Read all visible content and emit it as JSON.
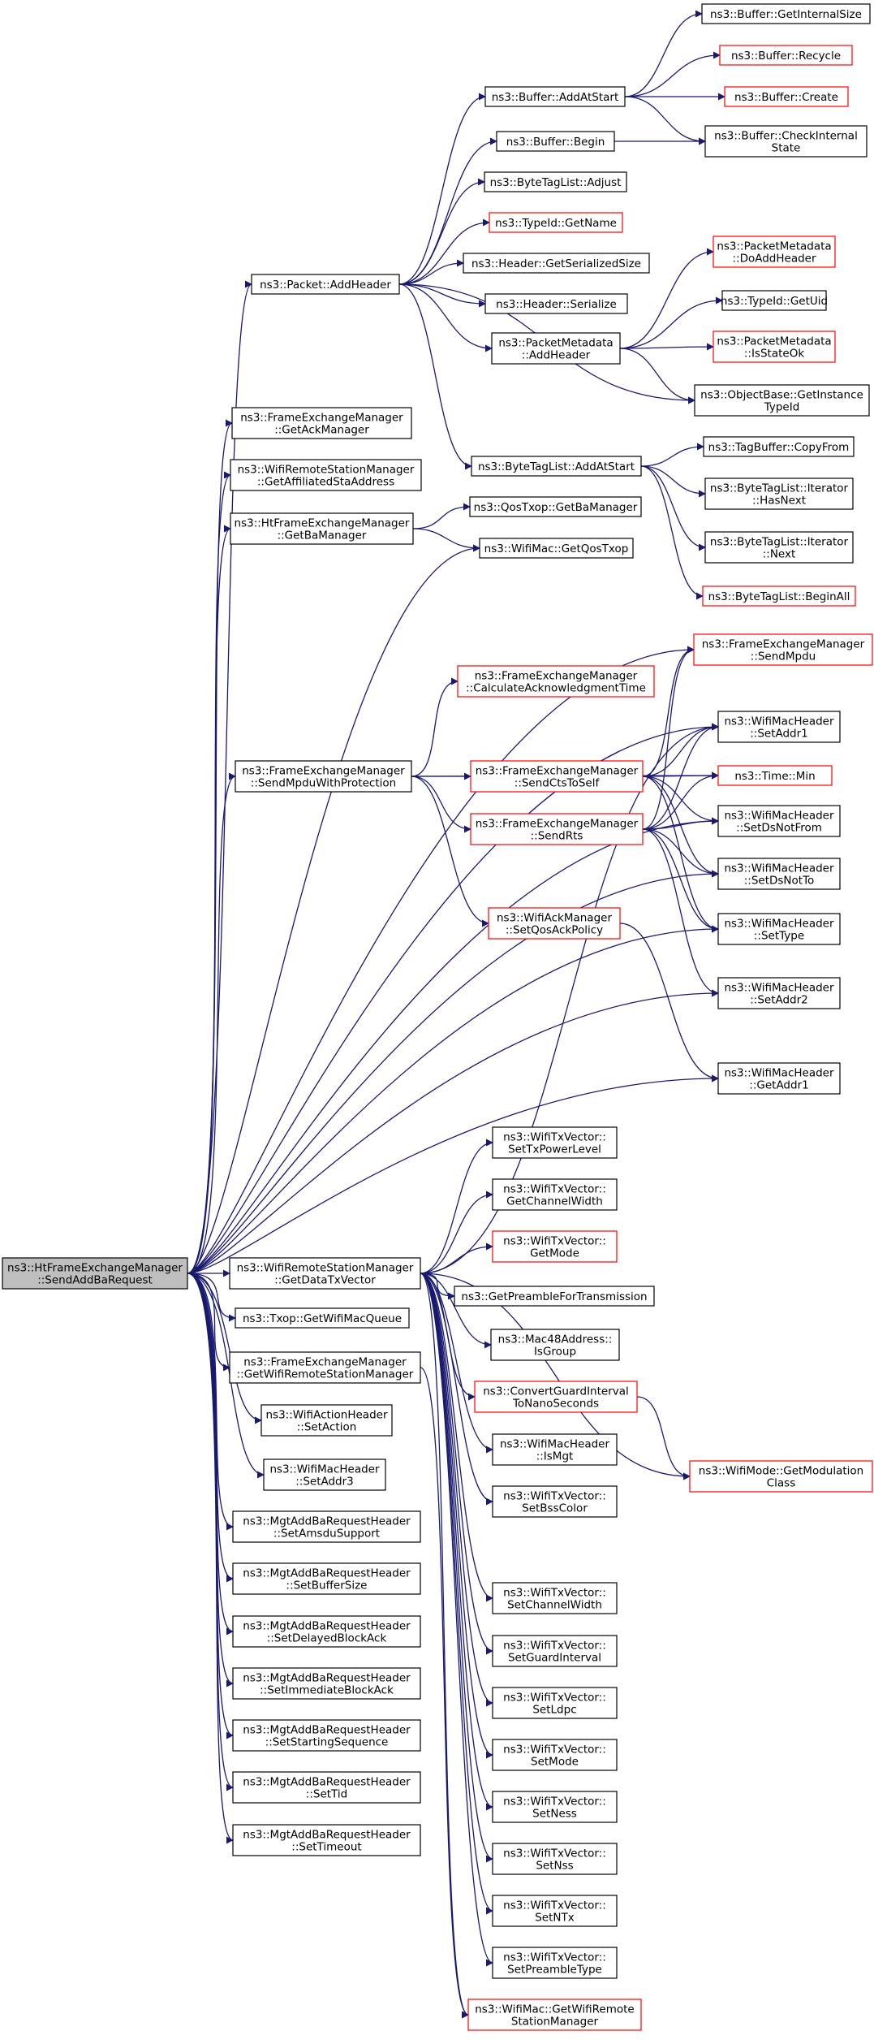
{
  "colors": {
    "edge": "#191970",
    "node_border": "#000000",
    "node_border_incomplete": "#ff0000",
    "root_fill": "#bfbfbf",
    "node_fill": "#ffffff"
  },
  "nodes": [
    {
      "id": "n0",
      "lines": [
        "ns3::HtFrameExchangeManager",
        "::SendAddBaRequest"
      ],
      "style": "root"
    },
    {
      "id": "n1",
      "lines": [
        "ns3::Packet::AddHeader"
      ],
      "style": "normal"
    },
    {
      "id": "n2",
      "lines": [
        "ns3::Buffer::AddAtStart"
      ],
      "style": "normal"
    },
    {
      "id": "n3",
      "lines": [
        "ns3::Buffer::GetInternalSize"
      ],
      "style": "normal"
    },
    {
      "id": "n4",
      "lines": [
        "ns3::Buffer::Recycle"
      ],
      "style": "red"
    },
    {
      "id": "n5",
      "lines": [
        "ns3::Buffer::Create"
      ],
      "style": "red"
    },
    {
      "id": "n6",
      "lines": [
        "ns3::Buffer::CheckInternal",
        "State"
      ],
      "style": "normal"
    },
    {
      "id": "n7",
      "lines": [
        "ns3::Buffer::Begin"
      ],
      "style": "normal"
    },
    {
      "id": "n8",
      "lines": [
        "ns3::ByteTagList::Adjust"
      ],
      "style": "normal"
    },
    {
      "id": "n9",
      "lines": [
        "ns3::TypeId::GetName"
      ],
      "style": "red"
    },
    {
      "id": "n10",
      "lines": [
        "ns3::Header::GetSerializedSize"
      ],
      "style": "normal"
    },
    {
      "id": "n11",
      "lines": [
        "ns3::Header::Serialize"
      ],
      "style": "normal"
    },
    {
      "id": "n12",
      "lines": [
        "ns3::PacketMetadata",
        "::AddHeader"
      ],
      "style": "normal"
    },
    {
      "id": "n13",
      "lines": [
        "ns3::PacketMetadata",
        "::DoAddHeader"
      ],
      "style": "red"
    },
    {
      "id": "n14",
      "lines": [
        "ns3::TypeId::GetUid"
      ],
      "style": "normal"
    },
    {
      "id": "n15",
      "lines": [
        "ns3::PacketMetadata",
        "::IsStateOk"
      ],
      "style": "red"
    },
    {
      "id": "n16",
      "lines": [
        "ns3::ObjectBase::GetInstance",
        "TypeId"
      ],
      "style": "normal"
    },
    {
      "id": "n17",
      "lines": [
        "ns3::ByteTagList::AddAtStart"
      ],
      "style": "normal"
    },
    {
      "id": "n18",
      "lines": [
        "ns3::TagBuffer::CopyFrom"
      ],
      "style": "normal"
    },
    {
      "id": "n19",
      "lines": [
        "ns3::ByteTagList::Iterator",
        "::HasNext"
      ],
      "style": "normal"
    },
    {
      "id": "n20",
      "lines": [
        "ns3::ByteTagList::Iterator",
        "::Next"
      ],
      "style": "normal"
    },
    {
      "id": "n21",
      "lines": [
        "ns3::ByteTagList::BeginAll"
      ],
      "style": "red"
    },
    {
      "id": "n22",
      "lines": [
        "ns3::FrameExchangeManager",
        "::GetAckManager"
      ],
      "style": "normal"
    },
    {
      "id": "n23",
      "lines": [
        "ns3::WifiRemoteStationManager",
        "::GetAffiliatedStaAddress"
      ],
      "style": "normal"
    },
    {
      "id": "n24",
      "lines": [
        "ns3::HtFrameExchangeManager",
        "::GetBaManager"
      ],
      "style": "normal"
    },
    {
      "id": "n25",
      "lines": [
        "ns3::QosTxop::GetBaManager"
      ],
      "style": "normal"
    },
    {
      "id": "n26",
      "lines": [
        "ns3::WifiMac::GetQosTxop"
      ],
      "style": "normal"
    },
    {
      "id": "n27",
      "lines": [
        "ns3::FrameExchangeManager",
        "::SendMpdu"
      ],
      "style": "red"
    },
    {
      "id": "n28",
      "lines": [
        "ns3::FrameExchangeManager",
        "::CalculateAcknowledgmentTime"
      ],
      "style": "red"
    },
    {
      "id": "n29",
      "lines": [
        "ns3::WifiMacHeader",
        "::SetAddr1"
      ],
      "style": "normal"
    },
    {
      "id": "n30",
      "lines": [
        "ns3::FrameExchangeManager",
        "::SendMpduWithProtection"
      ],
      "style": "normal"
    },
    {
      "id": "n31",
      "lines": [
        "ns3::FrameExchangeManager",
        "::SendCtsToSelf"
      ],
      "style": "red"
    },
    {
      "id": "n32",
      "lines": [
        "ns3::Time::Min"
      ],
      "style": "red"
    },
    {
      "id": "n33",
      "lines": [
        "ns3::FrameExchangeManager",
        "::SendRts"
      ],
      "style": "red"
    },
    {
      "id": "n34",
      "lines": [
        "ns3::WifiMacHeader",
        "::SetDsNotFrom"
      ],
      "style": "normal"
    },
    {
      "id": "n35",
      "lines": [
        "ns3::WifiMacHeader",
        "::SetDsNotTo"
      ],
      "style": "normal"
    },
    {
      "id": "n36",
      "lines": [
        "ns3::WifiAckManager",
        "::SetQosAckPolicy"
      ],
      "style": "red"
    },
    {
      "id": "n37",
      "lines": [
        "ns3::WifiMacHeader",
        "::SetType"
      ],
      "style": "normal"
    },
    {
      "id": "n38",
      "lines": [
        "ns3::WifiMacHeader",
        "::SetAddr2"
      ],
      "style": "normal"
    },
    {
      "id": "n39",
      "lines": [
        "ns3::WifiMacHeader",
        "::GetAddr1"
      ],
      "style": "normal"
    },
    {
      "id": "n40",
      "lines": [
        "ns3::WifiTxVector::",
        "SetTxPowerLevel"
      ],
      "style": "normal"
    },
    {
      "id": "n41",
      "lines": [
        "ns3::WifiTxVector::",
        "GetChannelWidth"
      ],
      "style": "normal"
    },
    {
      "id": "n42",
      "lines": [
        "ns3::WifiTxVector::",
        "GetMode"
      ],
      "style": "red"
    },
    {
      "id": "n43",
      "lines": [
        "ns3::WifiRemoteStationManager",
        "::GetDataTxVector"
      ],
      "style": "normal"
    },
    {
      "id": "n44",
      "lines": [
        "ns3::GetPreambleForTransmission"
      ],
      "style": "normal"
    },
    {
      "id": "n45",
      "lines": [
        "ns3::Txop::GetWifiMacQueue"
      ],
      "style": "normal"
    },
    {
      "id": "n46",
      "lines": [
        "ns3::Mac48Address::",
        "IsGroup"
      ],
      "style": "normal"
    },
    {
      "id": "n47",
      "lines": [
        "ns3::FrameExchangeManager",
        "::GetWifiRemoteStationManager"
      ],
      "style": "normal"
    },
    {
      "id": "n48",
      "lines": [
        "ns3::ConvertGuardInterval",
        "ToNanoSeconds"
      ],
      "style": "red"
    },
    {
      "id": "n49",
      "lines": [
        "ns3::WifiActionHeader",
        "::SetAction"
      ],
      "style": "normal"
    },
    {
      "id": "n50",
      "lines": [
        "ns3::WifiMacHeader",
        "::IsMgt"
      ],
      "style": "normal"
    },
    {
      "id": "n51",
      "lines": [
        "ns3::WifiMode::GetModulation",
        "Class"
      ],
      "style": "red"
    },
    {
      "id": "n52",
      "lines": [
        "ns3::WifiMacHeader",
        "::SetAddr3"
      ],
      "style": "normal"
    },
    {
      "id": "n53",
      "lines": [
        "ns3::WifiTxVector::",
        "SetBssColor"
      ],
      "style": "normal"
    },
    {
      "id": "n54",
      "lines": [
        "ns3::MgtAddBaRequestHeader",
        "::SetAmsduSupport"
      ],
      "style": "normal"
    },
    {
      "id": "n55",
      "lines": [
        "ns3::WifiTxVector::",
        "SetChannelWidth"
      ],
      "style": "normal"
    },
    {
      "id": "n56",
      "lines": [
        "ns3::MgtAddBaRequestHeader",
        "::SetBufferSize"
      ],
      "style": "normal"
    },
    {
      "id": "n57",
      "lines": [
        "ns3::WifiTxVector::",
        "SetGuardInterval"
      ],
      "style": "normal"
    },
    {
      "id": "n58",
      "lines": [
        "ns3::MgtAddBaRequestHeader",
        "::SetDelayedBlockAck"
      ],
      "style": "normal"
    },
    {
      "id": "n59",
      "lines": [
        "ns3::WifiTxVector::",
        "SetLdpc"
      ],
      "style": "normal"
    },
    {
      "id": "n60",
      "lines": [
        "ns3::MgtAddBaRequestHeader",
        "::SetImmediateBlockAck"
      ],
      "style": "normal"
    },
    {
      "id": "n61",
      "lines": [
        "ns3::MgtAddBaRequestHeader",
        "::SetStartingSequence"
      ],
      "style": "normal"
    },
    {
      "id": "n62",
      "lines": [
        "ns3::WifiTxVector::",
        "SetMode"
      ],
      "style": "normal"
    },
    {
      "id": "n63",
      "lines": [
        "ns3::MgtAddBaRequestHeader",
        "::SetTid"
      ],
      "style": "normal"
    },
    {
      "id": "n64",
      "lines": [
        "ns3::WifiTxVector::",
        "SetNess"
      ],
      "style": "normal"
    },
    {
      "id": "n65",
      "lines": [
        "ns3::MgtAddBaRequestHeader",
        "::SetTimeout"
      ],
      "style": "normal"
    },
    {
      "id": "n66",
      "lines": [
        "ns3::WifiTxVector::",
        "SetNss"
      ],
      "style": "normal"
    },
    {
      "id": "n67",
      "lines": [
        "ns3::WifiTxVector::",
        "SetNTx"
      ],
      "style": "normal"
    },
    {
      "id": "n68",
      "lines": [
        "ns3::WifiTxVector::",
        "SetPreambleType"
      ],
      "style": "normal"
    },
    {
      "id": "n69",
      "lines": [
        "ns3::WifiMac::GetWifiRemote",
        "StationManager"
      ],
      "style": "red"
    }
  ],
  "edges": [
    [
      "n0",
      "n1"
    ],
    [
      "n0",
      "n22"
    ],
    [
      "n0",
      "n23"
    ],
    [
      "n0",
      "n24"
    ],
    [
      "n0",
      "n26"
    ],
    [
      "n0",
      "n27"
    ],
    [
      "n0",
      "n29"
    ],
    [
      "n0",
      "n30"
    ],
    [
      "n0",
      "n34"
    ],
    [
      "n0",
      "n35"
    ],
    [
      "n0",
      "n37"
    ],
    [
      "n0",
      "n38"
    ],
    [
      "n0",
      "n39"
    ],
    [
      "n0",
      "n43"
    ],
    [
      "n0",
      "n45"
    ],
    [
      "n0",
      "n47"
    ],
    [
      "n0",
      "n49"
    ],
    [
      "n0",
      "n52"
    ],
    [
      "n0",
      "n54"
    ],
    [
      "n0",
      "n56"
    ],
    [
      "n0",
      "n58"
    ],
    [
      "n0",
      "n60"
    ],
    [
      "n0",
      "n61"
    ],
    [
      "n0",
      "n63"
    ],
    [
      "n0",
      "n65"
    ],
    [
      "n1",
      "n2"
    ],
    [
      "n1",
      "n7"
    ],
    [
      "n1",
      "n8"
    ],
    [
      "n1",
      "n9"
    ],
    [
      "n1",
      "n10"
    ],
    [
      "n1",
      "n11"
    ],
    [
      "n1",
      "n12"
    ],
    [
      "n1",
      "n16"
    ],
    [
      "n1",
      "n17"
    ],
    [
      "n2",
      "n3"
    ],
    [
      "n2",
      "n4"
    ],
    [
      "n2",
      "n5"
    ],
    [
      "n2",
      "n6"
    ],
    [
      "n7",
      "n6"
    ],
    [
      "n12",
      "n13"
    ],
    [
      "n12",
      "n14"
    ],
    [
      "n12",
      "n15"
    ],
    [
      "n12",
      "n16"
    ],
    [
      "n17",
      "n18"
    ],
    [
      "n17",
      "n19"
    ],
    [
      "n17",
      "n20"
    ],
    [
      "n17",
      "n21"
    ],
    [
      "n24",
      "n25"
    ],
    [
      "n24",
      "n26"
    ],
    [
      "n30",
      "n28"
    ],
    [
      "n30",
      "n31"
    ],
    [
      "n30",
      "n33"
    ],
    [
      "n30",
      "n36"
    ],
    [
      "n30",
      "n32"
    ],
    [
      "n31",
      "n27"
    ],
    [
      "n31",
      "n29"
    ],
    [
      "n31",
      "n32"
    ],
    [
      "n31",
      "n34"
    ],
    [
      "n31",
      "n35"
    ],
    [
      "n31",
      "n37"
    ],
    [
      "n33",
      "n27"
    ],
    [
      "n33",
      "n29"
    ],
    [
      "n33",
      "n32"
    ],
    [
      "n33",
      "n34"
    ],
    [
      "n33",
      "n35"
    ],
    [
      "n33",
      "n37"
    ],
    [
      "n33",
      "n38"
    ],
    [
      "n36",
      "n39"
    ],
    [
      "n43",
      "n40"
    ],
    [
      "n43",
      "n41"
    ],
    [
      "n43",
      "n42"
    ],
    [
      "n43",
      "n44"
    ],
    [
      "n43",
      "n46"
    ],
    [
      "n43",
      "n48"
    ],
    [
      "n43",
      "n50"
    ],
    [
      "n43",
      "n53"
    ],
    [
      "n43",
      "n51"
    ],
    [
      "n43",
      "n55"
    ],
    [
      "n43",
      "n57"
    ],
    [
      "n43",
      "n59"
    ],
    [
      "n43",
      "n62"
    ],
    [
      "n43",
      "n64"
    ],
    [
      "n43",
      "n66"
    ],
    [
      "n43",
      "n67"
    ],
    [
      "n43",
      "n68"
    ],
    [
      "n43",
      "n69"
    ],
    [
      "n43",
      "n29"
    ],
    [
      "n47",
      "n69"
    ],
    [
      "n48",
      "n51"
    ]
  ]
}
